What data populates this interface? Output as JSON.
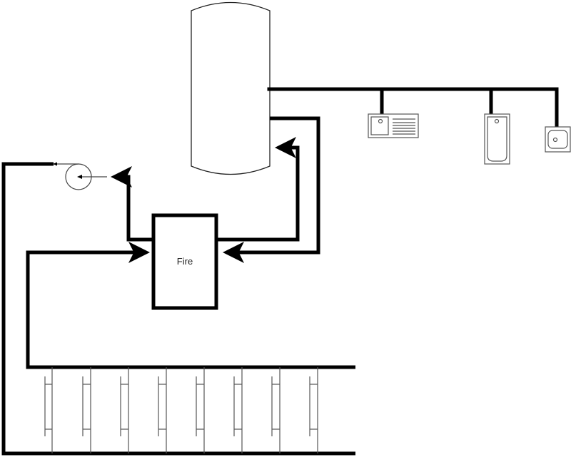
{
  "diagram": {
    "type": "heating-plumbing-schematic",
    "colors": {
      "pipe": "#000000",
      "outline": "#333333",
      "fixture": "#666666",
      "background": "#ffffff"
    },
    "boiler": {
      "label": "Fire"
    },
    "cylinder": {
      "label": ""
    },
    "fixtures": [
      {
        "name": "kitchen-sink",
        "label": ""
      },
      {
        "name": "bath",
        "label": ""
      },
      {
        "name": "wash-basin",
        "label": ""
      }
    ],
    "pump": {
      "label": ""
    },
    "radiator_count": 8
  }
}
